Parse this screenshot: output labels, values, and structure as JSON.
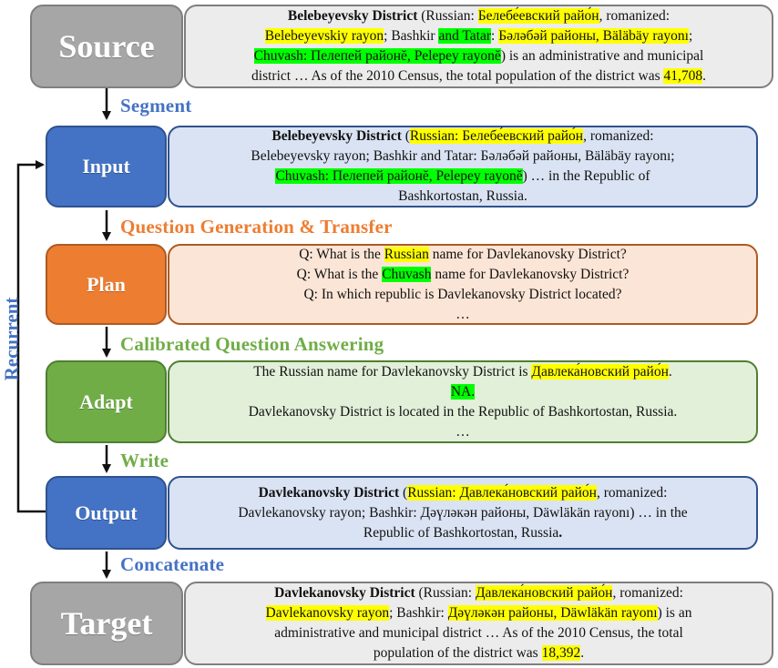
{
  "stages": {
    "source": "Source",
    "input": "Input",
    "plan": "Plan",
    "adapt": "Adapt",
    "output": "Output",
    "target": "Target"
  },
  "steps": {
    "segment": "Segment",
    "question_generation": "Question Generation & Transfer",
    "calibrated_qa": "Calibrated Question Answering",
    "write": "Write",
    "concatenate": "Concatenate",
    "recurrent": "Recurrent"
  },
  "source_text": {
    "s1": "Belebeyevsky District",
    "s2": " (Russian: ",
    "s3": "Белебе́евский райо́н",
    "s4": ", romanized:",
    "s5": "Belebeyevskiy rayon",
    "s6": "; Bashkir ",
    "s7": "and Tatar",
    "s8": ": ",
    "s9": "Бәләбәй районы, Bäläbäy rayonı",
    "s10": ";",
    "s11": "Chuvash: Пелепей районĕ, Pelepey rayonĕ",
    "s12": ") is an administrative  and municipal",
    "s13": "district … As of the 2010 Census, the total population of the district was ",
    "s14": "41,708",
    "s15": "."
  },
  "input_text": {
    "i1": "Belebeyevsky District",
    "i2": " (",
    "i3": "Russian: Белебе́евский райо́н",
    "i4": ", romanized:",
    "i5": "Belebeyevsky  rayon; Bashkir and Tatar: Бәләбәй районы, Bäläbäy rayonı;",
    "i6": "Chuvash: Пелепей районĕ, Pelepey rayonĕ",
    "i7": ") … in the Republic of",
    "i8": "Bashkortostan, Russia."
  },
  "plan_text": {
    "p1a": "Q: What is the ",
    "p1b": "Russian",
    "p1c": " name for Davlekanovsky District?",
    "p2a": "Q: What is the ",
    "p2b": "Chuvash",
    "p2c": " name for Davlekanovsky District?",
    "p3": "Q: In which republic is Davlekanovsky District located?",
    "p4": "…"
  },
  "adapt_text": {
    "a1a": "The Russian name for Davlekanovsky  District is ",
    "a1b": "Давлека́новский райо́н",
    "a1c": ".",
    "a2": "NA.",
    "a3": "Davlekanovsky  District is located in the Republic of Bashkortostan, Russia.",
    "a4": "…"
  },
  "output_text": {
    "o1": "Davlekanovsky District",
    "o2": " (",
    "o3": "Russian: Давлека́новский райо́н",
    "o4": ", romanized:",
    "o5": "Davlekanovsky  rayon; Bashkir:  Дәүләкән районы, Däwläkän  rayonı) … in the",
    "o6": "Republic of Bashkortostan, Russia",
    "o7": "."
  },
  "target_text": {
    "t1": "Davlekanovsky District",
    "t2": " (Russian: ",
    "t3": "Давлека́новский райо́н",
    "t4": ", romanized:",
    "t5": "Davlekanovsky rayon",
    "t6": "; Bashkir: ",
    "t7": "Дәүләкән районы, Däwläkän  rayonı",
    "t8": ") is an",
    "t9": "administrative  and municipal district … As of the 2010 Census, the total",
    "t10": "population of the district was ",
    "t11": "18,392",
    "t12": "."
  },
  "colors": {
    "gray": "#a6a6a6",
    "blue": "#4472c4",
    "orange": "#ed7d31",
    "green": "#70ad47",
    "highlight_yellow": "#ffff00",
    "highlight_green": "#00ff00"
  }
}
